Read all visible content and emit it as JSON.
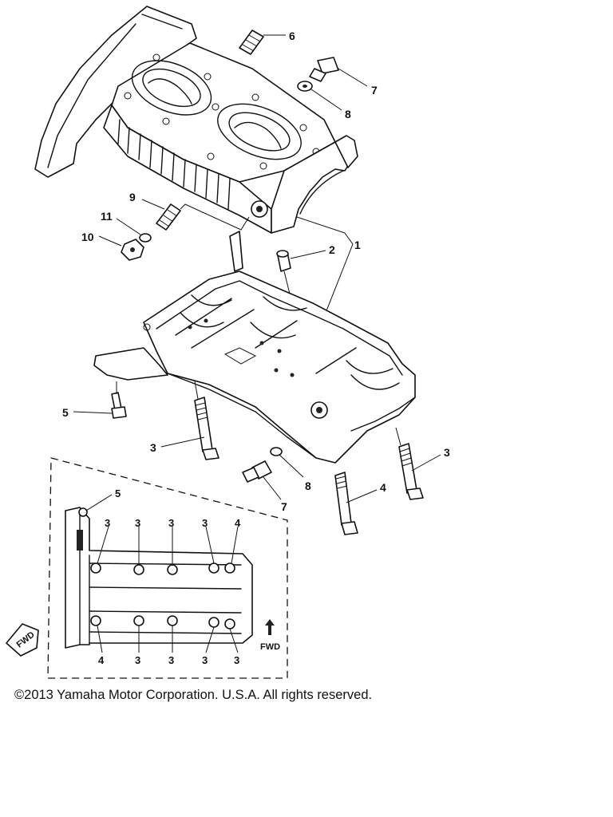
{
  "callouts": {
    "upper_6": "6",
    "upper_7": "7",
    "upper_8": "8",
    "stud_9": "9",
    "washer_11": "11",
    "nut_10": "10",
    "pin_2": "2",
    "crankcase_1": "1",
    "bolt_5": "5",
    "bolt_3_left": "3",
    "bolt_3_right": "3",
    "bolt_4": "4",
    "lower_8": "8",
    "lower_7": "7"
  },
  "inset": {
    "top_5": "5",
    "top_3a": "3",
    "top_3b": "3",
    "top_3c": "3",
    "top_3d": "3",
    "top_4": "4",
    "bot_4": "4",
    "bot_3a": "3",
    "bot_3b": "3",
    "bot_3c": "3",
    "bot_3d": "3",
    "fwd_label": "FWD"
  },
  "badge_fwd": "FWD",
  "copyright": "©2013 Yamaha Motor Corporation. U.S.A. All rights reserved."
}
